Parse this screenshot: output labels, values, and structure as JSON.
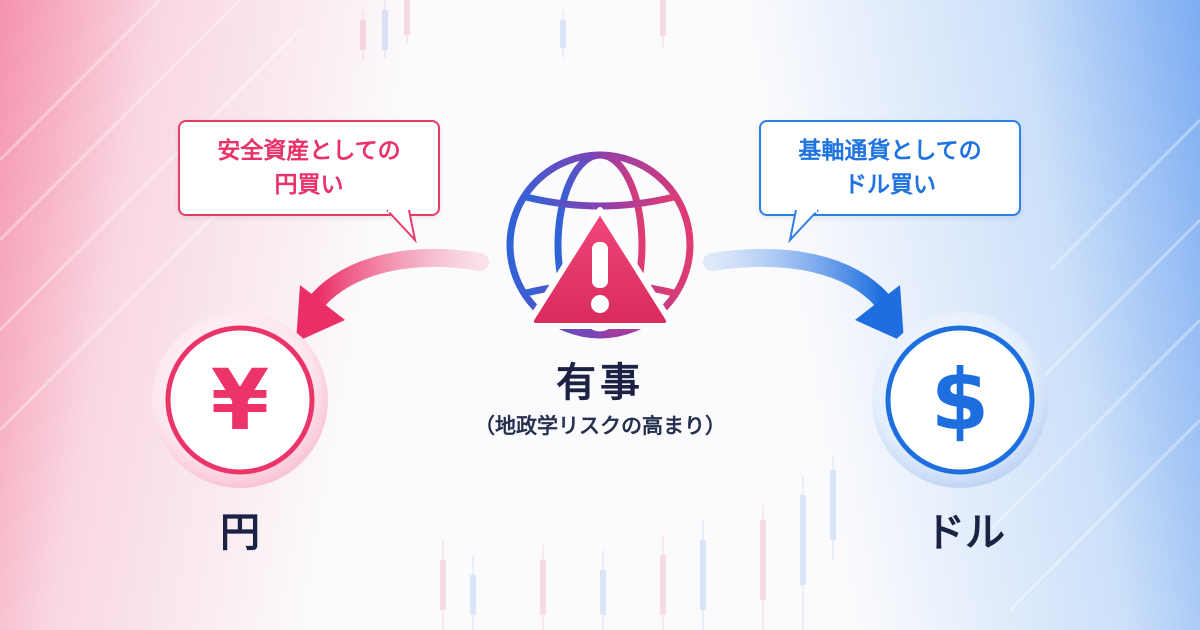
{
  "bubbles": {
    "yen": {
      "line1": "安全資産としての",
      "line2": "円買い"
    },
    "dollar": {
      "line1": "基軸通貨としての",
      "line2": "ドル買い"
    }
  },
  "event": {
    "title": "有事",
    "subtitle": "（地政学リスクの高まり）"
  },
  "currencies": {
    "yen": {
      "symbol": "¥",
      "label": "円"
    },
    "dollar": {
      "symbol": "$",
      "label": "ドル"
    }
  },
  "colors": {
    "yen_accent": "#ec3468",
    "dollar_accent": "#1d6fe0",
    "text_dark": "#1c2244"
  },
  "icons": [
    "globe-icon",
    "warning-icon",
    "yen-coin-icon",
    "dollar-coin-icon",
    "arrow-left-icon",
    "arrow-right-icon"
  ]
}
